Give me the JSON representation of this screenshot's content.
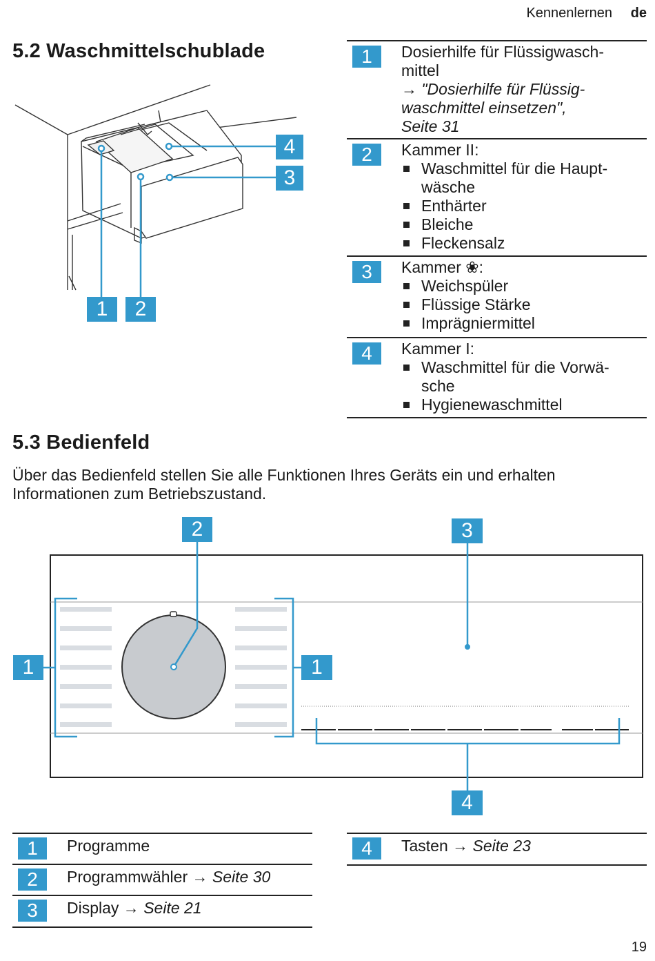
{
  "header": {
    "section": "Kennenlernen",
    "lang": "de"
  },
  "s52": {
    "title": "5.2  Waschmittelschublade",
    "callouts": [
      "1",
      "2",
      "3",
      "4"
    ]
  },
  "drawer_table": [
    {
      "num": "1",
      "text": "Dosierhilfe für Flüssigwasch-",
      "text2": "mittel",
      "ref1": "→ \"Dosierhilfe für Flüssig-",
      "ref2": "waschmittel einsetzen\",",
      "ref3": "Seite 31"
    },
    {
      "num": "2",
      "text": "Kammer II:",
      "bullets": [
        "Waschmittel für die Haupt-",
        "Enthärter",
        "Bleiche",
        "Fleckensalz"
      ],
      "bullet0b": "wäsche"
    },
    {
      "num": "3",
      "text": "Kammer ❀:",
      "bullets": [
        "Weichspüler",
        "Flüssige Stärke",
        "Imprägniermittel"
      ]
    },
    {
      "num": "4",
      "text": "Kammer I:",
      "bullets": [
        "Waschmittel für die Vorwä-",
        "Hygienewaschmittel"
      ],
      "bullet0b": "sche"
    }
  ],
  "s53": {
    "title": "5.3  Bedienfeld",
    "intro1": "Über das Bedienfeld stellen Sie alle Funktionen Ihres Geräts ein und erhalten",
    "intro2": "Informationen zum Betriebszustand.",
    "callouts": {
      "c1": "1",
      "c2": "2",
      "c3": "3",
      "c4": "4"
    }
  },
  "panel_table_left": [
    {
      "num": "1",
      "text": "Programme",
      "ref": ""
    },
    {
      "num": "2",
      "text": "Programmwähler → ",
      "ref": "Seite 30"
    },
    {
      "num": "3",
      "text": "Display → ",
      "ref": "Seite 21"
    }
  ],
  "panel_table_right": [
    {
      "num": "4",
      "text": "Tasten → ",
      "ref": "Seite 23"
    }
  ],
  "page_number": "19",
  "colors": {
    "accent": "#3399cc"
  }
}
